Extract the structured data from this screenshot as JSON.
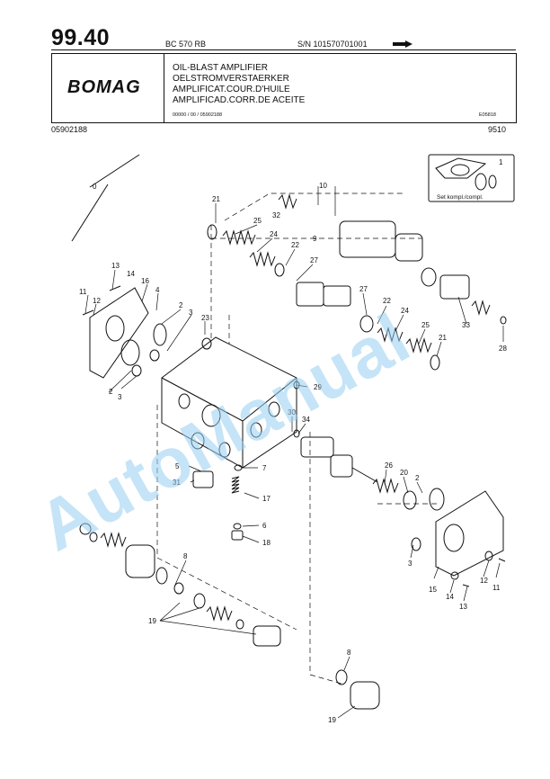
{
  "header": {
    "page_number": "99.40",
    "model": "BC 570 RB",
    "serial": "S/N 101570701001",
    "logo": "BOMAG",
    "titles": [
      "OIL-BLAST AMPLIFIER",
      "OELSTROMVERSTAERKER",
      "AMPLIFICAT.COUR.D'HUILE",
      "AMPLIFICAD.CORR.DE ACEITE"
    ],
    "small_code": "00000 / 00 / 05902188",
    "small_ref": "E05818",
    "doc_number": "05902188",
    "revision": "9510"
  },
  "diagram": {
    "set_label": "Set kompl./compl.",
    "part_labels": [
      "0",
      "1",
      "2",
      "3",
      "4",
      "5",
      "6",
      "7",
      "8",
      "9",
      "10",
      "11",
      "12",
      "13",
      "14",
      "15",
      "16",
      "17",
      "18",
      "19",
      "20",
      "21",
      "22",
      "23",
      "24",
      "25",
      "26",
      "27",
      "28",
      "29",
      "30",
      "31",
      "32",
      "33",
      "34"
    ]
  },
  "watermark": "AutoManual"
}
